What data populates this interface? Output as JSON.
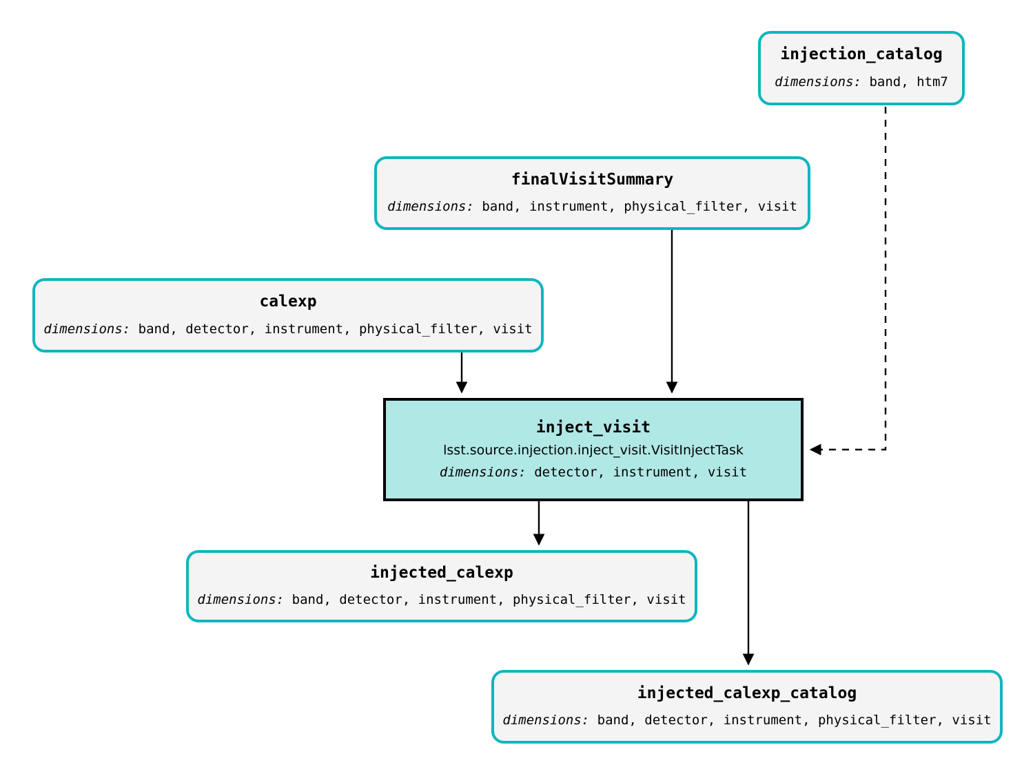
{
  "diagram": {
    "type": "pipeline-dag",
    "background_color": "#ffffff",
    "dataset_border_color": "#0db6bd",
    "dataset_fill_color": "#f4f4f4",
    "task_fill_color": "#b0e8e6",
    "task_border_color": "#000000",
    "dimensions_label": "dimensions:"
  },
  "nodes": {
    "injection_catalog": {
      "title": "injection_catalog",
      "dims_label": "dimensions:",
      "dims_value": " band, htm7",
      "kind": "dataset"
    },
    "final_visit_summary": {
      "title": "finalVisitSummary",
      "dims_label": "dimensions:",
      "dims_value": " band, instrument, physical_filter, visit",
      "kind": "dataset"
    },
    "calexp": {
      "title": "calexp",
      "dims_label": "dimensions:",
      "dims_value": " band, detector, instrument, physical_filter, visit",
      "kind": "dataset"
    },
    "inject_visit": {
      "title": "inject_visit",
      "task_class": "lsst.source.injection.inject_visit.VisitInjectTask",
      "dims_label": "dimensions:",
      "dims_value": " detector, instrument, visit",
      "kind": "task"
    },
    "injected_calexp": {
      "title": "injected_calexp",
      "dims_label": "dimensions:",
      "dims_value": " band, detector, instrument, physical_filter, visit",
      "kind": "dataset"
    },
    "injected_calexp_catalog": {
      "title": "injected_calexp_catalog",
      "dims_label": "dimensions:",
      "dims_value": " band, detector, instrument, physical_filter, visit",
      "kind": "dataset"
    }
  },
  "edges": [
    {
      "from": "injection_catalog",
      "to": "inject_visit",
      "style": "dashed"
    },
    {
      "from": "final_visit_summary",
      "to": "inject_visit",
      "style": "solid"
    },
    {
      "from": "calexp",
      "to": "inject_visit",
      "style": "solid"
    },
    {
      "from": "inject_visit",
      "to": "injected_calexp",
      "style": "solid"
    },
    {
      "from": "inject_visit",
      "to": "injected_calexp_catalog",
      "style": "solid"
    }
  ]
}
